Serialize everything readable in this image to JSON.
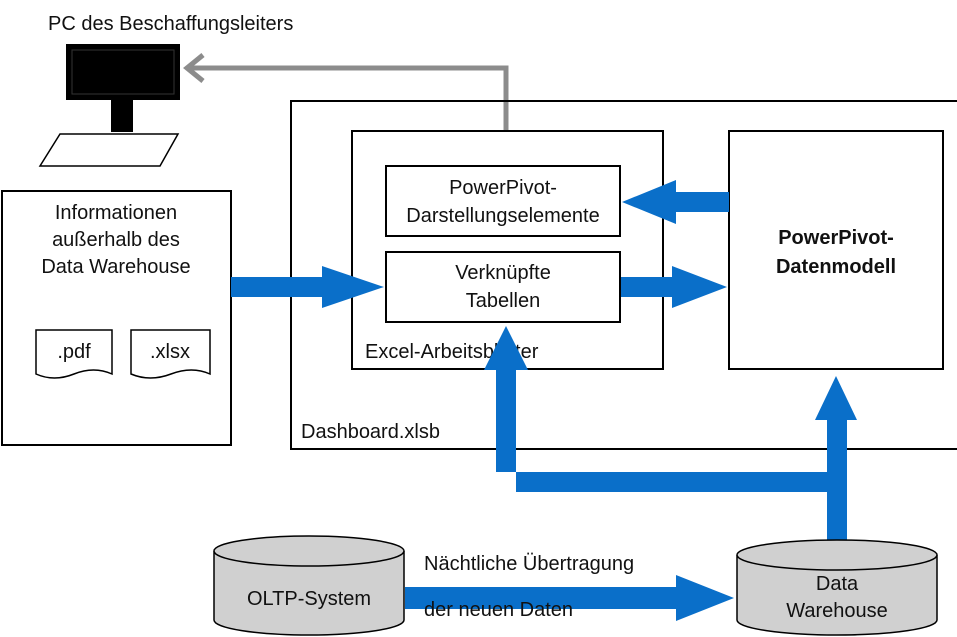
{
  "pc": {
    "caption": "PC des Beschaffungsleiters"
  },
  "external_info": {
    "lines": [
      "Informationen",
      "außerhalb des",
      "Data Warehouse"
    ],
    "files": [
      ".pdf",
      ".xlsx"
    ]
  },
  "dashboard": {
    "label": "Dashboard.xlsb"
  },
  "excel_sheets": {
    "label": "Excel-Arbeitsblätter",
    "display_elements_lines": [
      "PowerPivot-",
      "Darstellungselemente"
    ],
    "linked_tables_lines": [
      "Verknüpfte",
      "Tabellen"
    ]
  },
  "data_model": {
    "lines": [
      "PowerPivot-",
      "Datenmodell"
    ]
  },
  "oltp": {
    "label": "OLTP-System"
  },
  "data_warehouse": {
    "lines": [
      "Data",
      "Warehouse"
    ]
  },
  "transfer": {
    "lines": [
      "Nächtliche Übertragung",
      "der neuen Daten"
    ]
  },
  "colors": {
    "flow": "#0a6fc9",
    "pc_link": "#8c8c8c",
    "cylinder": "#d0d0d0"
  }
}
